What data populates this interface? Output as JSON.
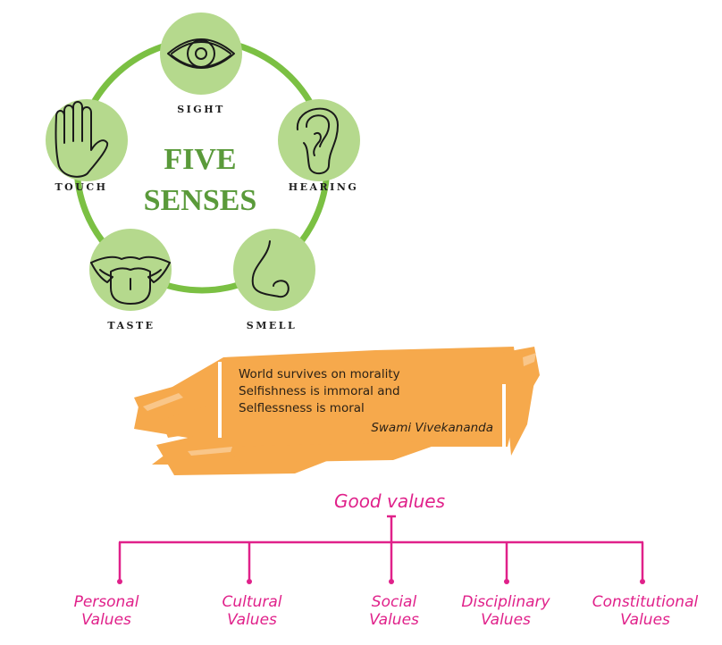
{
  "five_senses": {
    "title_line1": "FIVE",
    "title_line2": "SENSES",
    "ring_color": "#7bc043",
    "circle_fill": "#b5d98d",
    "title_color": "#5a9a3a",
    "senses": [
      {
        "label": "SIGHT",
        "icon": "eye-icon"
      },
      {
        "label": "HEARING",
        "icon": "ear-icon"
      },
      {
        "label": "SMELL",
        "icon": "nose-icon"
      },
      {
        "label": "TASTE",
        "icon": "tongue-icon"
      },
      {
        "label": "TOUCH",
        "icon": "hand-icon"
      }
    ]
  },
  "quote": {
    "lines": [
      "World survives on morality",
      "Selfishness is immoral and",
      "Selflessness is moral"
    ],
    "author": "Swami Vivekananda",
    "background_color": "#f6a94c"
  },
  "values_tree": {
    "root": "Good values",
    "color": "#e0218a",
    "children": [
      {
        "line1": "Personal",
        "line2": "Values"
      },
      {
        "line1": "Cultural",
        "line2": "Values"
      },
      {
        "line1": "Social",
        "line2": "Values"
      },
      {
        "line1": "Disciplinary",
        "line2": "Values"
      },
      {
        "line1": "Constitutional",
        "line2": "Values"
      }
    ]
  }
}
